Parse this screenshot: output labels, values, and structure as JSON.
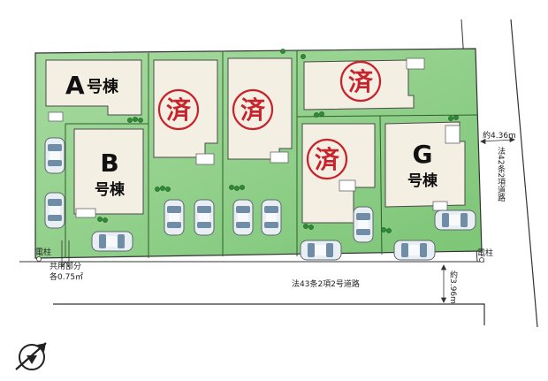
{
  "lots": {
    "A": {
      "letter": "A",
      "suffix": "号棟"
    },
    "B": {
      "letter": "B",
      "suffix": "号棟"
    },
    "G": {
      "letter": "G",
      "suffix": "号棟"
    }
  },
  "sold_mark": "済",
  "labels": {
    "pole_left": "電柱",
    "pole_right": "電柱",
    "shared_line1": "共用部分",
    "shared_line2": "各0.75㎡",
    "bottom_road": "法43条2項2号道路",
    "right_road": "法42条2項道路",
    "right_width": "約4.36m",
    "bottom_width": "約3.96m"
  },
  "colors": {
    "lot_green": "#8ccf86",
    "house_beige": "#f3efe3",
    "sold_red": "#c8232c",
    "road_white": "#ffffff"
  },
  "icons": {
    "compass": "north-compass-icon"
  }
}
